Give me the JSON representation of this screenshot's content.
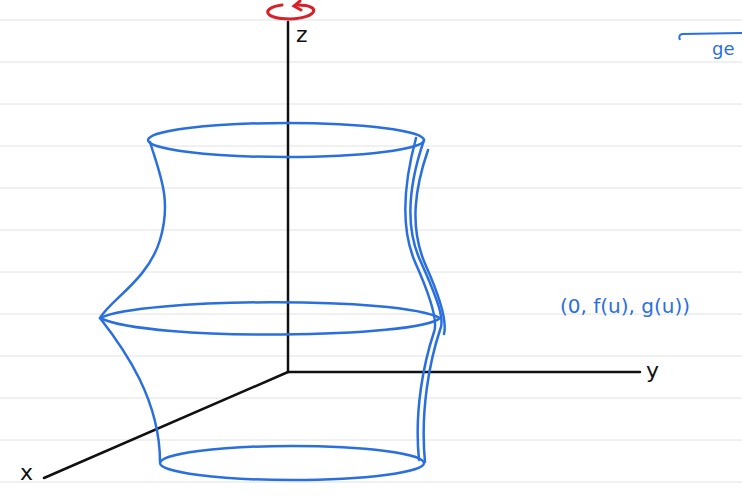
{
  "diagram": {
    "labels": [
      "z",
      "y",
      "x",
      "(0, f(u), g(u))",
      "ge"
    ]
  }
}
